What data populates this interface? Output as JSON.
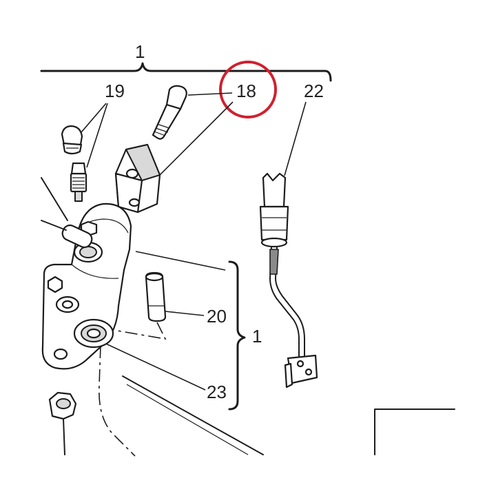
{
  "callouts": {
    "assembly_top": "1",
    "screw": "19",
    "highlighted": "18",
    "sensor": "22",
    "pin": "20",
    "assembly_right": "1",
    "washer": "23"
  },
  "highlight": {
    "color": "#d0202e",
    "target": "18"
  }
}
